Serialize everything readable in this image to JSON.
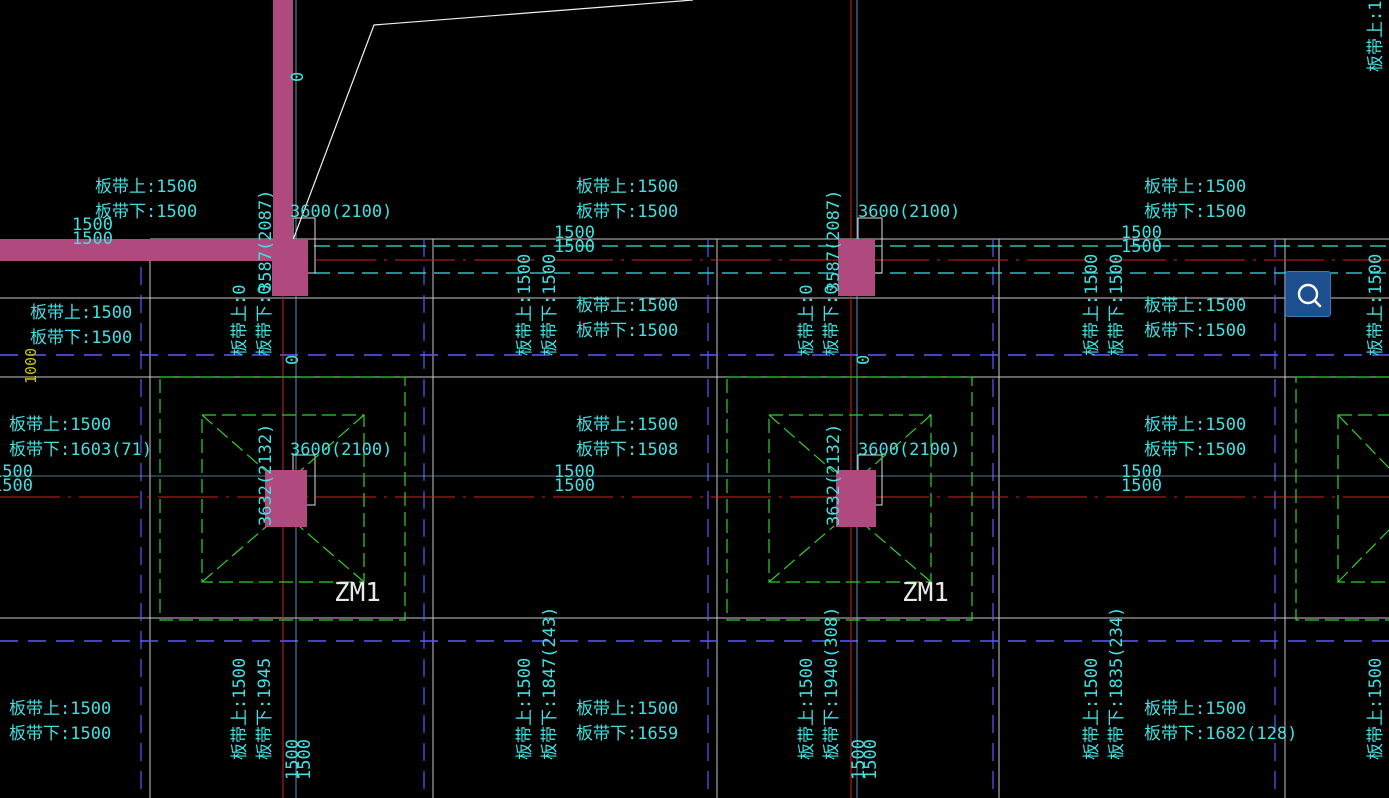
{
  "viewport": {
    "title": "CAD foundation slab drawing",
    "colors": {
      "background": "#000000",
      "cyan_text": "#3fe0e0",
      "grid_white": "#c8c8c8",
      "axis_red": "#d42020",
      "dash_blue": "#5a5aff",
      "column_fill": "#b04a7e",
      "cap_green": "#2ed02e",
      "yellow_text": "#c8c800"
    }
  },
  "labels": {
    "upper_1500": "板带上:1500",
    "lower_1500": "板带下:1500",
    "upper_0": "板带上:0",
    "lower_0": "板带下:0",
    "lower_1603": "板带下:1603(71)",
    "lower_1508": "板带下:1508",
    "lower_1945": "板带下:1945",
    "lower_1847": "板带下:1847(243)",
    "lower_1659": "板带下:1659",
    "lower_1940": "板带下:1940(308)",
    "lower_1835": "板带下:1835(234)",
    "lower_1682": "板带下:1682(128)",
    "col_h": "3600(2100)",
    "col_v_top": "3587(2087)",
    "col_v_mid": "3632(2132)",
    "dim_1500": "1500",
    "dim_1000": "1000",
    "dim_0": "0",
    "zm": "ZM1"
  },
  "controls": {
    "zoom_button": "search-icon"
  }
}
